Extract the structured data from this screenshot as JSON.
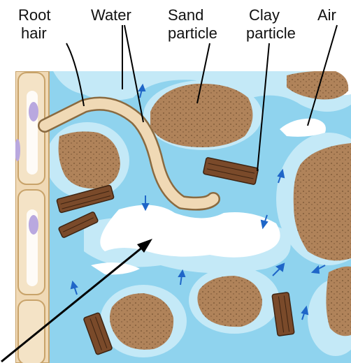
{
  "labels": {
    "root_hair_line1": "Root",
    "root_hair_line2": "hair",
    "water": "Water",
    "sand_line1": "Sand",
    "sand_line2": "particle",
    "clay_line1": "Clay",
    "clay_line2": "particle",
    "air": "Air"
  },
  "colors": {
    "water": "#8fd3ee",
    "water_light": "#c4e9f7",
    "air": "#ffffff",
    "sand": "#b0835a",
    "sand_dark": "#5a3a1e",
    "clay": "#7a4a2a",
    "root_hair": "#f0d9b5",
    "root_outline": "#8a6a40",
    "arrow": "#1f66c8",
    "cell_wall": "#c8a36a",
    "nucleus": "#b9a8df"
  }
}
